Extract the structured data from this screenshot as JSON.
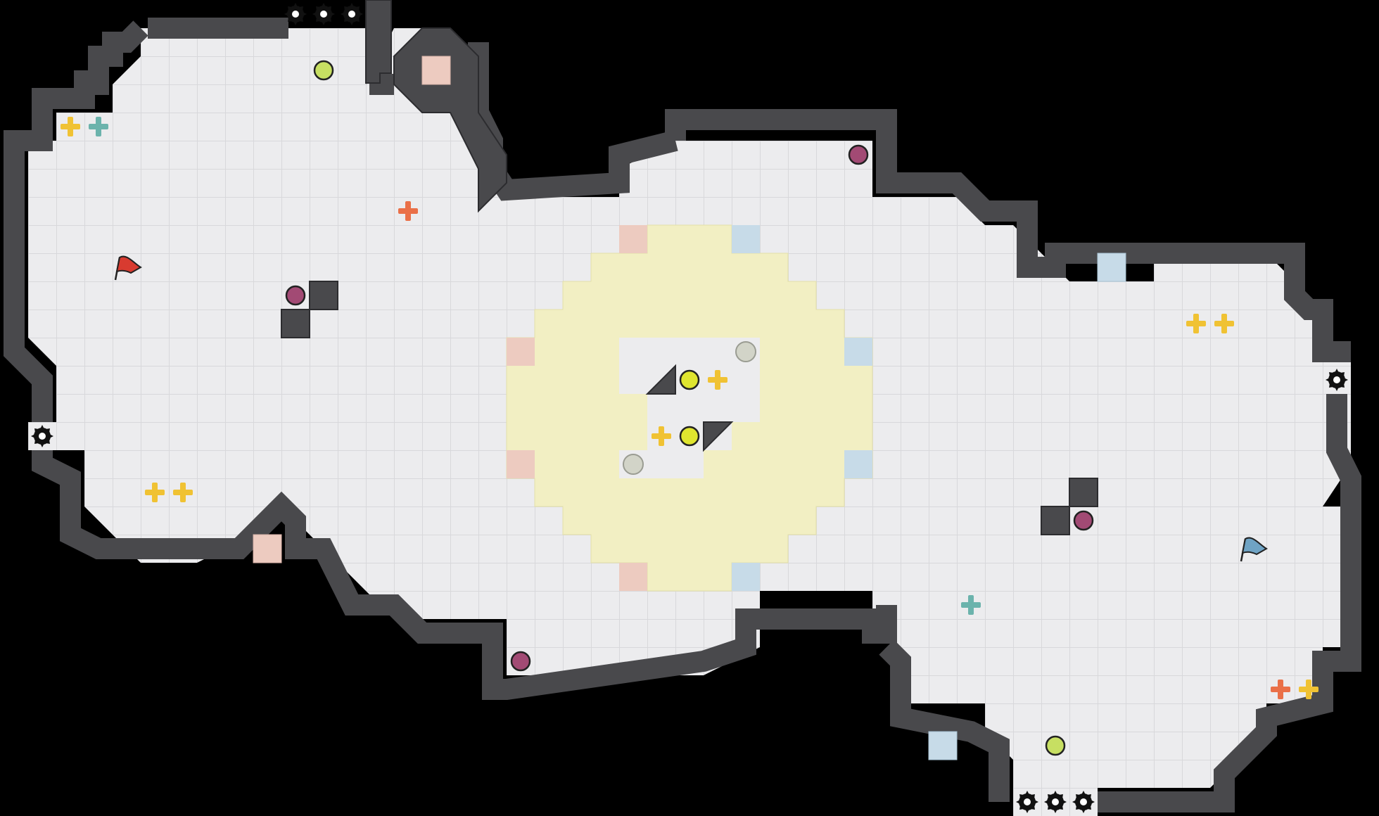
{
  "map": {
    "name": "",
    "colors": {
      "background": "#000000",
      "floor": "#ececee",
      "grid": "#dadadd",
      "wall": "#49494c",
      "wall_edge": "#2c2c2f",
      "red_team_tile": "#edcbc0",
      "blue_team_tile": "#c7dbe8",
      "neutral_zone": "#f2efc3",
      "spike": "#111111",
      "bomb": "#a24a74",
      "speed_boost": "#c7df62",
      "red_flag": "#d83b30",
      "blue_flag": "#6fa3c4",
      "powerup": "#f0c233",
      "red_powerup": "#ea7048",
      "teal_powerup": "#6bb3ac",
      "button": "#dfe52f",
      "portal": "#d2d4c8"
    }
  },
  "legend": {
    "spike": "spike-hazard",
    "bomb": "bomb",
    "boost": "speed-boost-pad",
    "powerup": "powerup",
    "flag": "flag",
    "gate": "gate-tile",
    "button": "button",
    "portal": "portal"
  }
}
